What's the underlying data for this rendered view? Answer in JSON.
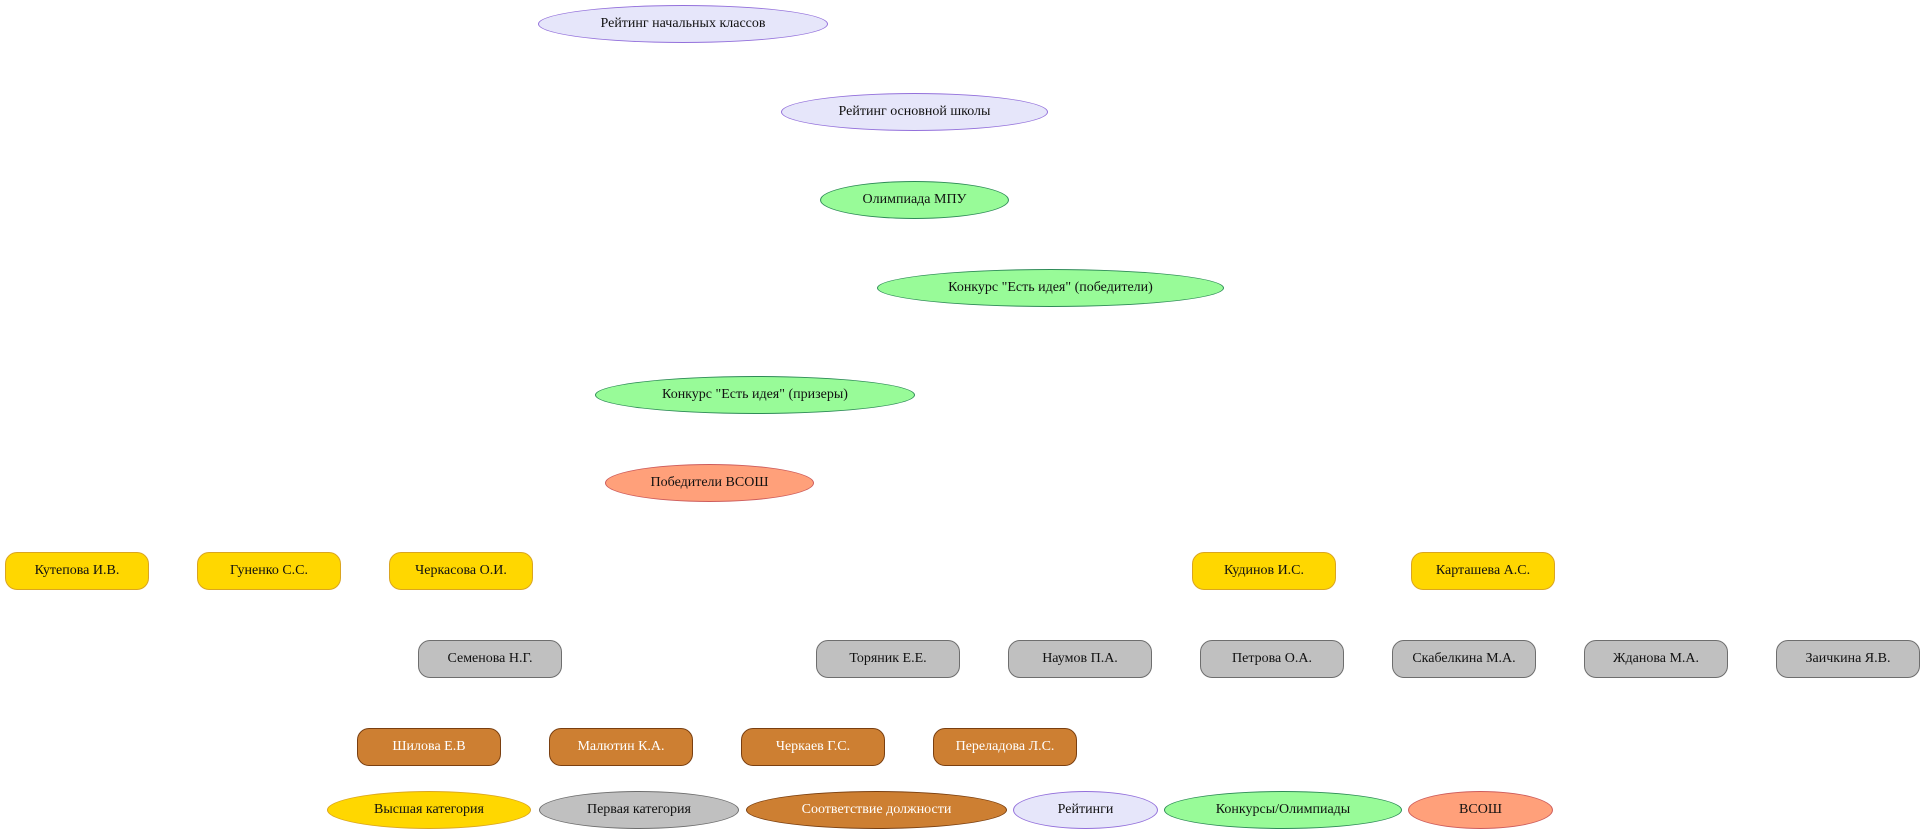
{
  "diagram": {
    "category_nodes": [
      {
        "label": "Рейтинг начальных классов",
        "kind": "rating"
      },
      {
        "label": "Рейтинг основной школы",
        "kind": "rating"
      },
      {
        "label": "Олимпиада МПУ",
        "kind": "contest"
      },
      {
        "label": "Конкурс \"Есть идея\" (победители)",
        "kind": "contest"
      },
      {
        "label": "Конкурс \"Есть идея\" (призеры)",
        "kind": "contest"
      },
      {
        "label": "Победители ВСОШ",
        "kind": "vsosh"
      }
    ],
    "teachers_high": [
      {
        "label": "Кутепова И.В."
      },
      {
        "label": "Гуненко С.С."
      },
      {
        "label": "Черкасова О.И."
      },
      {
        "label": "Кудинов И.С."
      },
      {
        "label": "Карташева А.С."
      }
    ],
    "teachers_first": [
      {
        "label": "Семенова Н.Г."
      },
      {
        "label": "Торяник Е.Е."
      },
      {
        "label": "Наумов П.А."
      },
      {
        "label": "Петрова О.А."
      },
      {
        "label": "Скабелкина М.А."
      },
      {
        "label": "Жданова М.А."
      },
      {
        "label": "Заичкина Я.В."
      }
    ],
    "teachers_match": [
      {
        "label": "Шилова Е.В"
      },
      {
        "label": "Малютин К.А."
      },
      {
        "label": "Черкаев Г.С."
      },
      {
        "label": "Переладова Л.С."
      }
    ],
    "legend": [
      {
        "label": "Высшая категория",
        "kind": "high"
      },
      {
        "label": "Первая категория",
        "kind": "first"
      },
      {
        "label": "Соответствие должности",
        "kind": "match"
      },
      {
        "label": "Рейтинги",
        "kind": "rating"
      },
      {
        "label": "Конкурсы/Олимпиады",
        "kind": "contest"
      },
      {
        "label": "ВСОШ",
        "kind": "vsosh"
      }
    ],
    "colors": {
      "rating_fill": "#e6e6fa",
      "rating_border": "#9370db",
      "contest_fill": "#98fb98",
      "contest_border": "#2e8b57",
      "vsosh_fill": "#ffa07a",
      "vsosh_border": "#cd5c5c",
      "high_fill": "#ffd700",
      "first_fill": "#c0c0c0",
      "match_fill": "#cd7f32"
    }
  }
}
